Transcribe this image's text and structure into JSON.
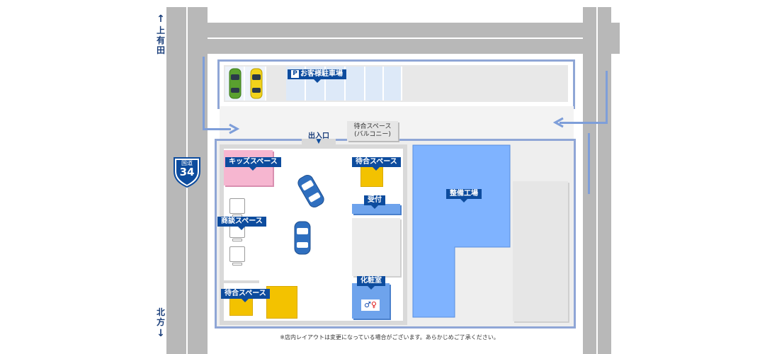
{
  "directions": {
    "north_arrow": "↑",
    "north_text": [
      "上",
      "有",
      "田"
    ],
    "south_text": [
      "北",
      "方"
    ],
    "south_arrow": "↓"
  },
  "route_sign": {
    "caption": "国道",
    "number": "34",
    "color": "#0d4c9e"
  },
  "parking": {
    "icon": "P",
    "label": "お客様駐車場",
    "car_colors": [
      "#5aa12f",
      "#f2d31b"
    ]
  },
  "entrance": {
    "label": "出入口",
    "marker": "▼"
  },
  "balcony": {
    "line1": "待合スペース",
    "line2": "(バルコニー)"
  },
  "areas": {
    "kids": "キッズスペース",
    "waiting_top": "待合スペース",
    "reception": "受付",
    "meeting": "商談スペース",
    "waiting_bottom": "待合スペース",
    "restroom": "化粧室",
    "workshop": "整備工場"
  },
  "restroom_icon": "🚻",
  "footnote": "※店内レイアウトは変更になっている場合がございます。あらかじめご了承ください。",
  "colors": {
    "road": "#b8b8b8",
    "frame": "#8fa6d6",
    "workshop": "#7fb3ff",
    "label": "#0d4c9e",
    "kids": "#f6b6d0",
    "waiting": "#f3c200",
    "parking_stall": "#dde9f8"
  }
}
